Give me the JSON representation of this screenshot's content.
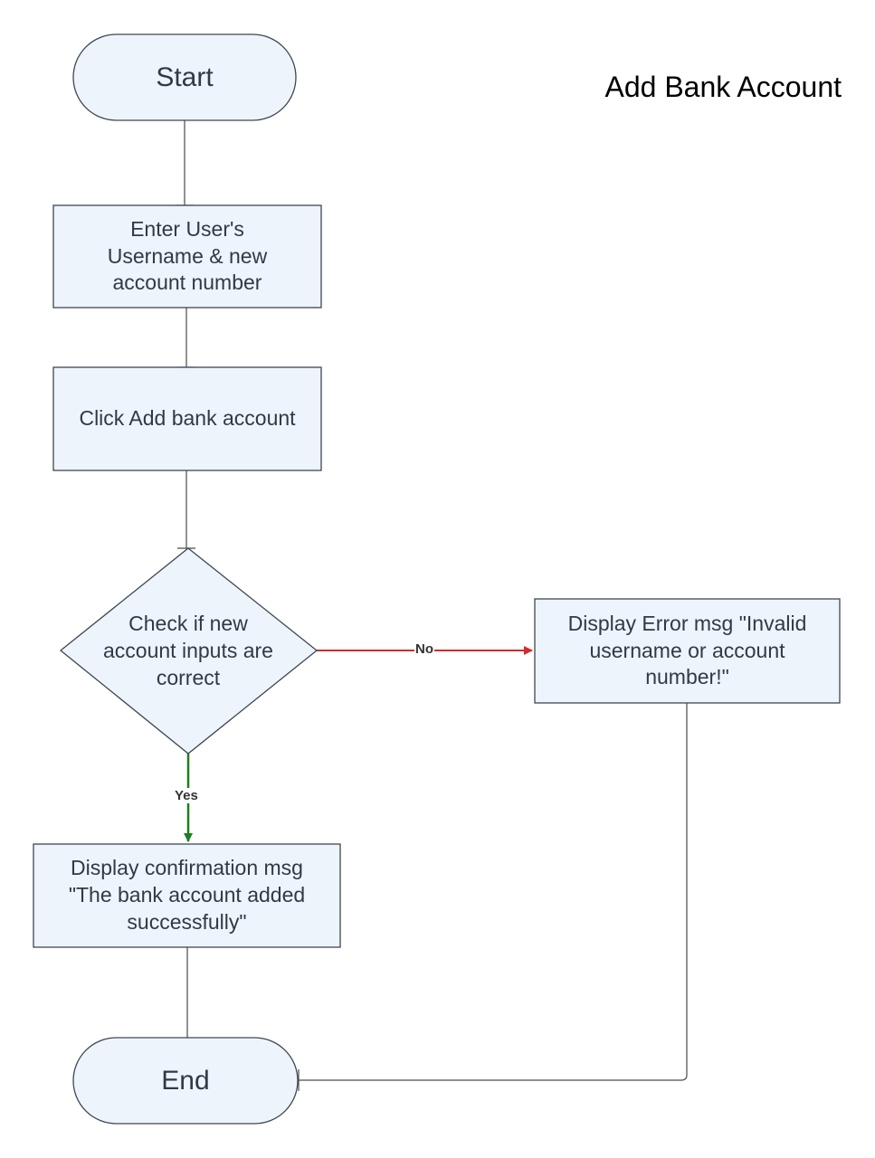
{
  "title": "Add Bank Account",
  "nodes": {
    "start": {
      "label": "Start"
    },
    "enter_details": {
      "label": "Enter User's\nUsername & new\naccount number"
    },
    "click_add": {
      "label": "Click Add bank account"
    },
    "check_inputs": {
      "label": "Check if new\naccount inputs are\ncorrect"
    },
    "error_msg": {
      "label": "Display Error msg \"Invalid\nusername or account\nnumber!\""
    },
    "confirmation_msg": {
      "label": "Display confirmation msg\n\"The bank account added\nsuccessfully\""
    },
    "end": {
      "label": "End"
    }
  },
  "edges": {
    "no_label": "No",
    "yes_label": "Yes"
  },
  "colors": {
    "node_fill": "#eef4fc",
    "node_stroke": "#3d4853",
    "connector": "#4a4a4a",
    "no_edge": "#d42a2a",
    "yes_edge": "#1e7e1e"
  }
}
